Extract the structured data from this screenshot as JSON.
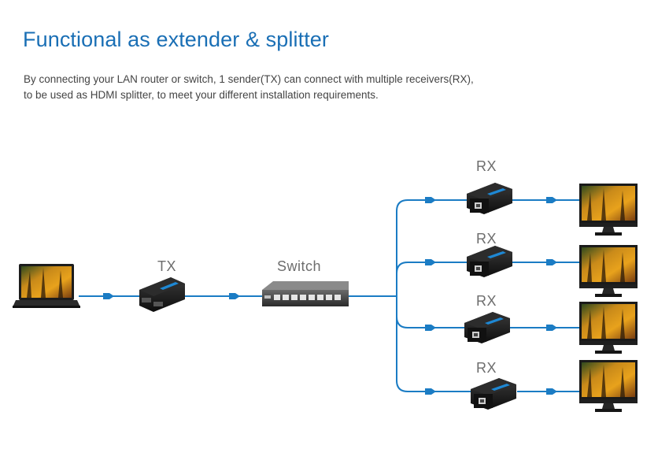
{
  "header": {
    "title": "Functional as extender & splitter",
    "description_line1": "By connecting your LAN router or switch, 1 sender(TX) can connect with multiple receivers(RX),",
    "description_line2": "to be used as HDMI splitter, to meet your different installation requirements."
  },
  "diagram": {
    "tx_label": "TX",
    "switch_label": "Switch",
    "rx_labels": [
      "RX",
      "RX",
      "RX",
      "RX"
    ],
    "line_color": "#1b7cc4"
  }
}
